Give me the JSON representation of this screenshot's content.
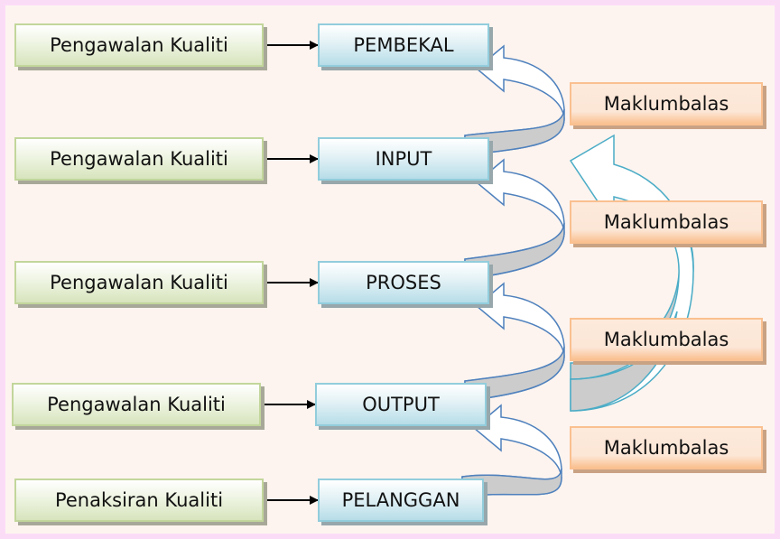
{
  "diagram": {
    "control_boxes": [
      {
        "label": "Pengawalan Kualiti"
      },
      {
        "label": "Pengawalan Kualiti"
      },
      {
        "label": "Pengawalan Kualiti"
      },
      {
        "label": "Pengawalan Kualiti"
      },
      {
        "label": "Penaksiran Kualiti"
      }
    ],
    "stage_boxes": [
      {
        "label": "PEMBEKAL"
      },
      {
        "label": "INPUT"
      },
      {
        "label": "PROSES"
      },
      {
        "label": "OUTPUT"
      },
      {
        "label": "PELANGGAN"
      }
    ],
    "feedback_boxes": [
      {
        "label": "Maklumbalas"
      },
      {
        "label": "Maklumbalas"
      },
      {
        "label": "Maklumbalas"
      },
      {
        "label": "Maklumbalas"
      }
    ],
    "colors": {
      "control_fill": "#d7e4bd",
      "stage_fill": "#b7dde8",
      "feedback_fill": "#fac090",
      "curved_arrow_outline": "#4f81bd",
      "large_arrow_outline": "#4bacc6",
      "arrow_underside": "#cccccc"
    }
  }
}
